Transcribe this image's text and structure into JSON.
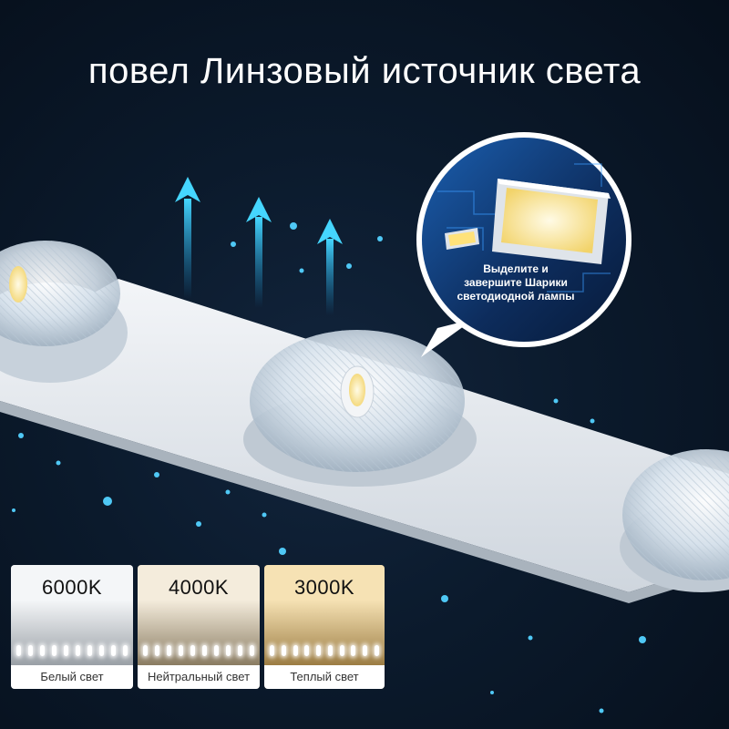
{
  "headline": "повел Линзовый источник света",
  "callout": {
    "lines": [
      "Выделите и",
      "завершите Шарики",
      "светодиодной лампы"
    ]
  },
  "swatches": [
    {
      "kelvin": "6000K",
      "label": "Белый свет",
      "color_top": "#f4f6f8",
      "color_bottom": "#9aa0a6"
    },
    {
      "kelvin": "4000K",
      "label": "Нейтральный свет",
      "color_top": "#f4ecdc",
      "color_bottom": "#8a7c62"
    },
    {
      "kelvin": "3000K",
      "label": "Теплый свет",
      "color_top": "#f6e2b4",
      "color_bottom": "#9c7d44"
    }
  ],
  "colors": {
    "background": "#0b1a2c",
    "arrow": "#3fd0ff",
    "led_chip": "#ffe27a"
  }
}
